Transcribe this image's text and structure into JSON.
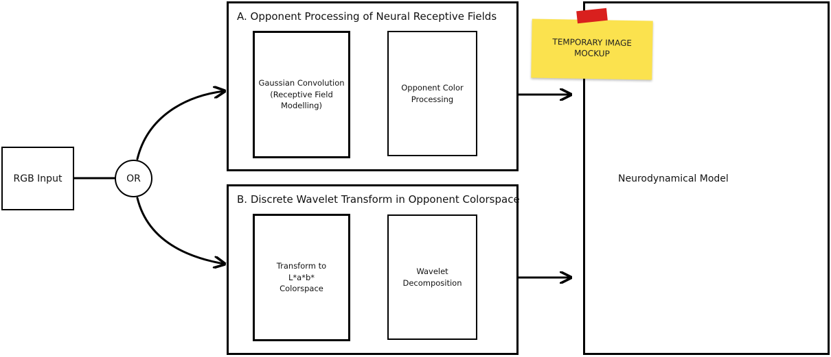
{
  "input": {
    "label": "RGB Input"
  },
  "junction": {
    "label": "OR"
  },
  "panel_a": {
    "title": "A. Opponent Processing of Neural Receptive Fields",
    "step1": "Gaussian Convolution (Receptive Field Modelling)",
    "step2": "Opponent Color Processing"
  },
  "panel_b": {
    "title": "B. Discrete Wavelet Transform in Opponent Colorspace",
    "step1": "Transform to L*a*b* Colorspace",
    "step2": "Wavelet Decomposition"
  },
  "model": {
    "label": "Neurodynamical Model"
  },
  "sticky_note": {
    "text": "TEMPORARY IMAGE MOCKUP",
    "color": "#fbe24e",
    "tape_color": "#d9201e"
  }
}
